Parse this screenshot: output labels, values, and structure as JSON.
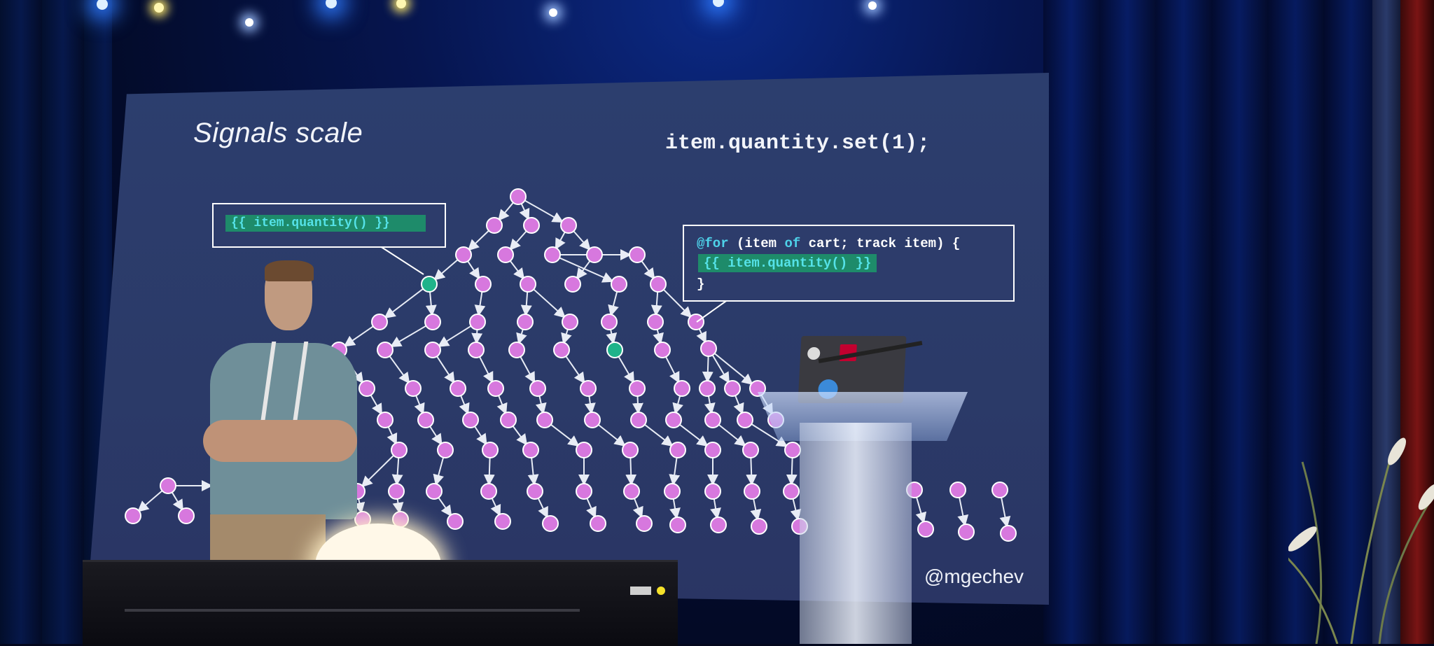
{
  "slide": {
    "title": "Signals scale",
    "code_call": "item.quantity.set(1);",
    "handle": "@mgechev",
    "left_box_code": "{{ item.quantity() }}",
    "right_box": {
      "line1_kw": "@for",
      "line1_rest": " (item ",
      "line1_of": "of",
      "line1_tail": " cart; track item) {",
      "line2": "{{ item.quantity() }}",
      "line3": "}"
    }
  },
  "colors": {
    "node": "#d778de",
    "highlight_node": "#1fb38a",
    "slide_bg": "#2c3e6e",
    "code_highlight": "#1e8b6a"
  }
}
